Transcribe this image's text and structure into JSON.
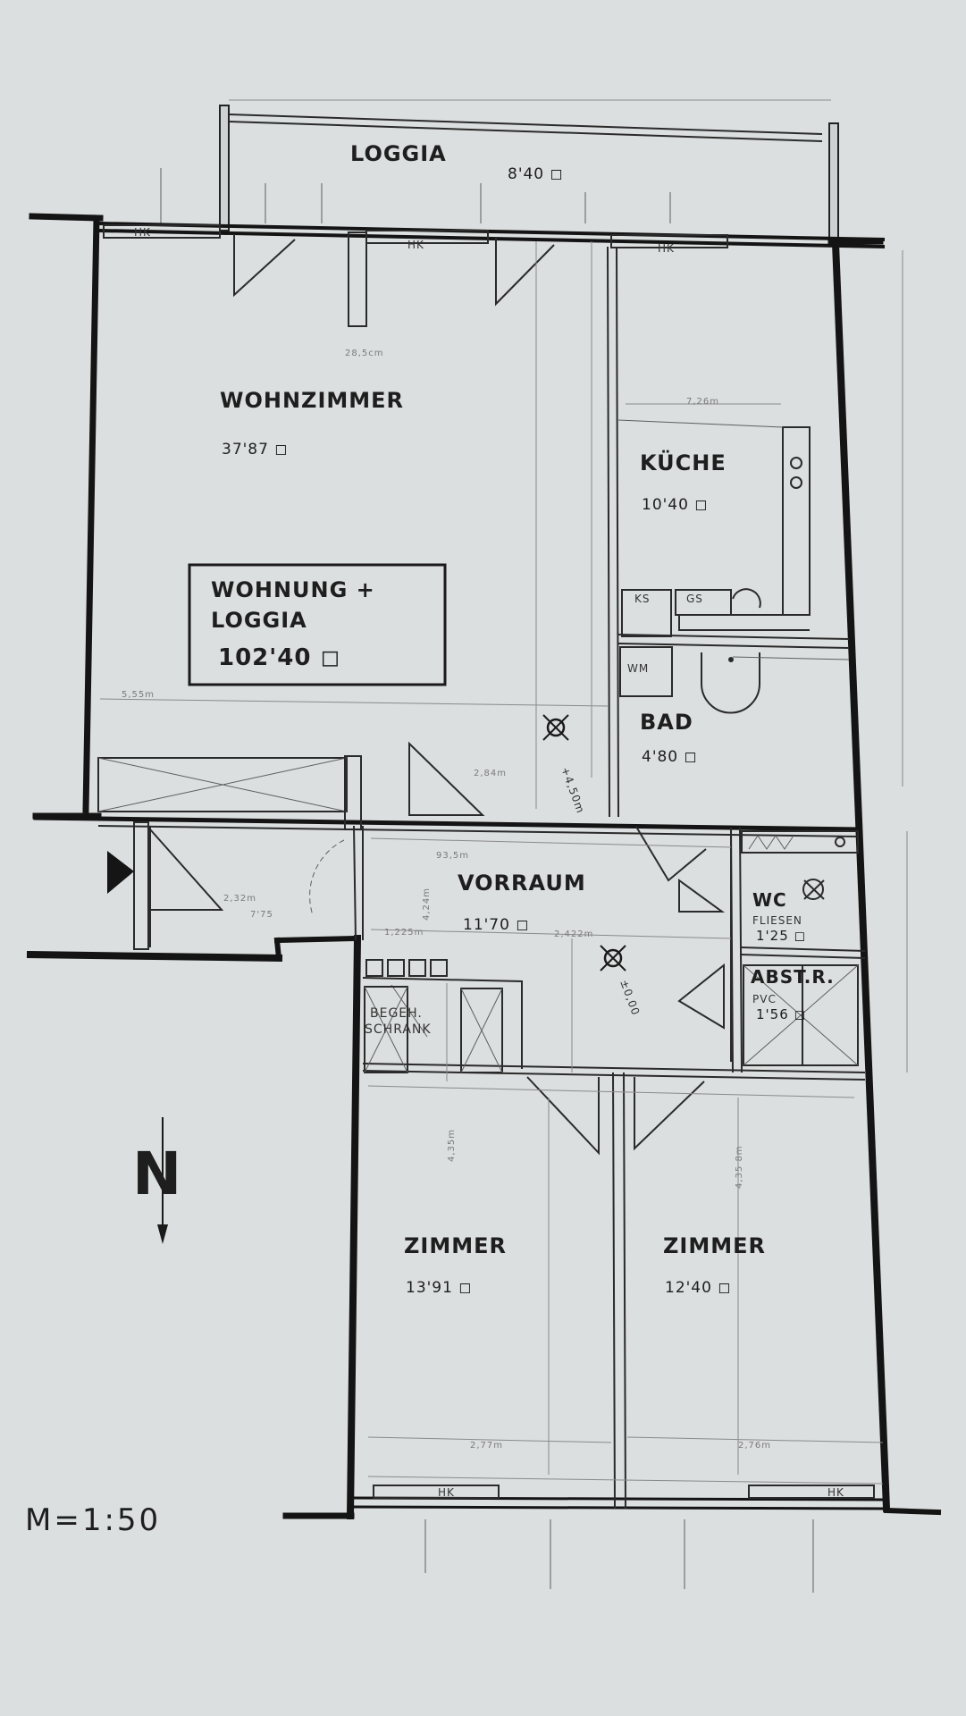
{
  "rooms": {
    "loggia": {
      "name": "LOGGIA",
      "area": "8'40 ◻"
    },
    "wohnzimmer": {
      "name": "WOHNZIMMER",
      "area": "37'87 ◻"
    },
    "kueche": {
      "name": "KÜCHE",
      "area": "10'40 ◻"
    },
    "bad": {
      "name": "BAD",
      "area": "4'80 ◻"
    },
    "vorraum": {
      "name": "VORRAUM",
      "area": "11'70 ◻"
    },
    "wc": {
      "name": "WC",
      "sub": "FLIESEN",
      "area": "1'25 ◻"
    },
    "abstr": {
      "name": "ABST.R.",
      "sub": "PVC",
      "area": "1'56 ◻"
    },
    "schrank": {
      "line1": "BEGEH.",
      "line2": "SCHRANK"
    },
    "zimmer_left": {
      "name": "ZIMMER",
      "area": "13'91 ◻"
    },
    "zimmer_right": {
      "name": "ZIMMER",
      "area": "12'40 ◻"
    }
  },
  "summary": {
    "line1": "WOHNUNG +",
    "line2": "LOGGIA",
    "line3": "102'40 ◻"
  },
  "scale": "M=1:50",
  "north": "N",
  "fixtures": {
    "hk": "HK",
    "ks": "KS",
    "gs": "GS",
    "wm": "WM"
  },
  "markers": {
    "upper": "+4,50m",
    "lower": "±0,00"
  },
  "dimensions": {
    "d_28": "28,5cm",
    "d_555": "5,55m",
    "d_726": "7,26m",
    "d_284": "2,84m",
    "d_93": "93,5m",
    "d_2422": "2,422m",
    "d_435": "4,35m",
    "d_4358": "4,35 8m",
    "d_277": "2,77m",
    "d_276": "2,76m",
    "d_775": "7'75",
    "d_232": "2,32m",
    "d_1225": "1,225m",
    "d_4245": "4,24m"
  }
}
